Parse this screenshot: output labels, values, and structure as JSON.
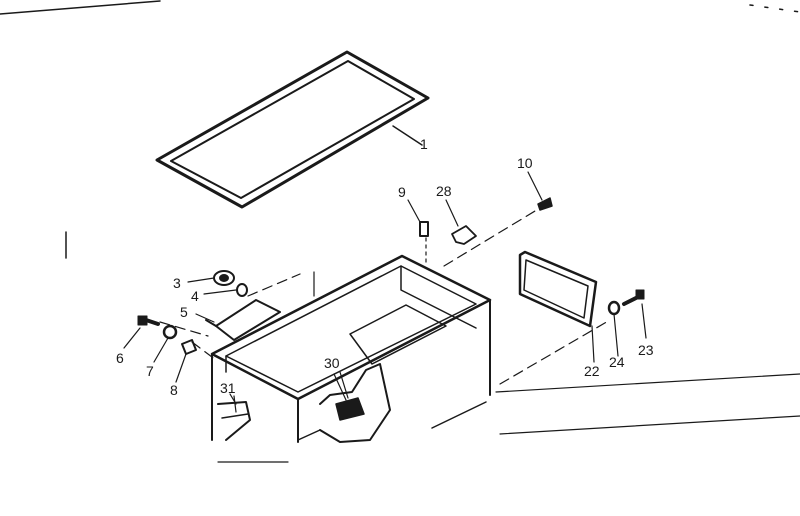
{
  "diagram": {
    "callouts": [
      {
        "id": "c1",
        "text": "1"
      },
      {
        "id": "c3",
        "text": "3"
      },
      {
        "id": "c4",
        "text": "4"
      },
      {
        "id": "c5",
        "text": "5"
      },
      {
        "id": "c6",
        "text": "6"
      },
      {
        "id": "c7",
        "text": "7"
      },
      {
        "id": "c8",
        "text": "8"
      },
      {
        "id": "c9",
        "text": "9"
      },
      {
        "id": "c10",
        "text": "10"
      },
      {
        "id": "c22",
        "text": "22"
      },
      {
        "id": "c23",
        "text": "23"
      },
      {
        "id": "c24",
        "text": "24"
      },
      {
        "id": "c28",
        "text": "28"
      },
      {
        "id": "c30",
        "text": "30"
      },
      {
        "id": "c31",
        "text": "31"
      }
    ]
  },
  "colors": {
    "ink": "#1a1a1a",
    "paper": "#ffffff"
  }
}
